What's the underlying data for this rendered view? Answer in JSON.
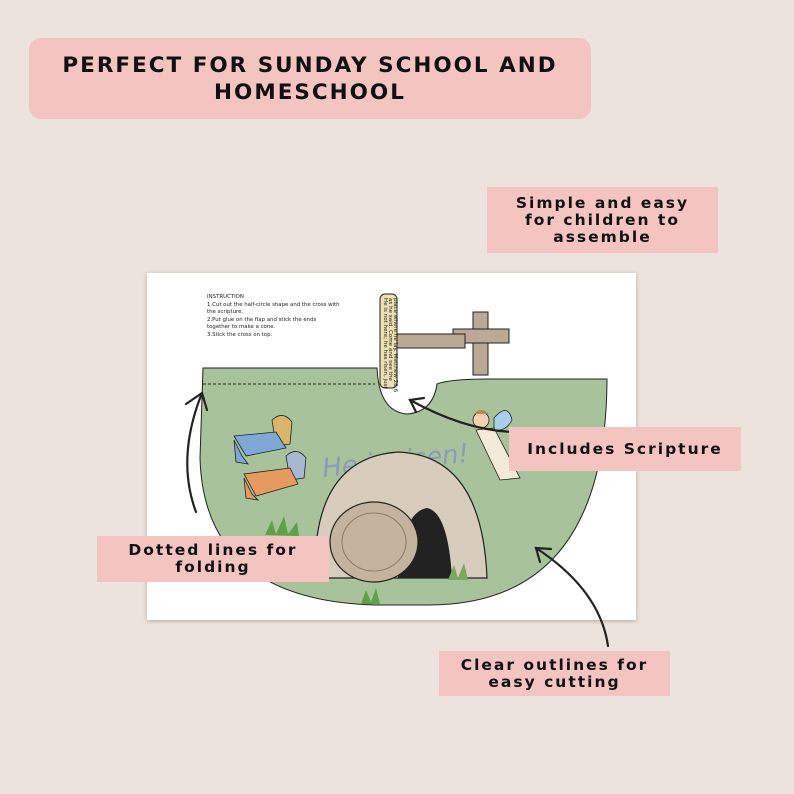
{
  "banner": {
    "text": "PERFECT FOR SUNDAY SCHOOL AND\nHOMESCHOOL"
  },
  "labels": {
    "assemble": "Simple and easy\nfor children to\nassemble",
    "scripture": "Includes Scripture",
    "dotted": "Dotted lines for\nfolding",
    "outlines": "Clear outlines for\neasy cutting"
  },
  "sheet": {
    "instructions": "INSTRUCTION\n1.Cut out the half-circle shape and the cross with\n   the scripture.\n2.Put glue on the flap and stick the ends\n   together to make a cone.\n3.Stick the cross on top.",
    "scripture_line1": "He is not here; he has risen, just",
    "scripture_line2": "as he said. Come and see the",
    "scripture_line3": "place where he lay. Matthew 28:6",
    "title": "He is risen!"
  },
  "colors": {
    "background": "#ebe3dc",
    "label": "#f4c4c0",
    "cone": "#a8c39c",
    "cross": "#bba995",
    "tomb": "#d8cdbd"
  }
}
